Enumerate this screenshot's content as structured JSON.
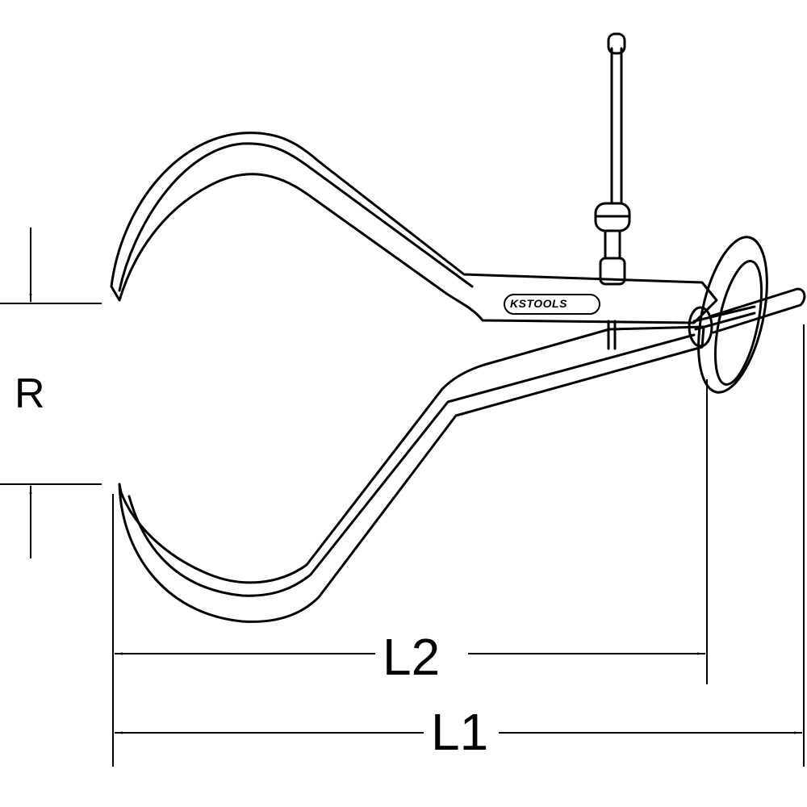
{
  "labels": {
    "r": "R",
    "l2": "L2",
    "l1": "L1"
  },
  "logo": {
    "text": "KSTOOLS"
  },
  "colors": {
    "line": "#000000",
    "background": "#ffffff"
  },
  "icons": [
    "arrow-down-icon",
    "arrow-up-icon",
    "arrow-left-icon",
    "arrow-right-icon"
  ]
}
